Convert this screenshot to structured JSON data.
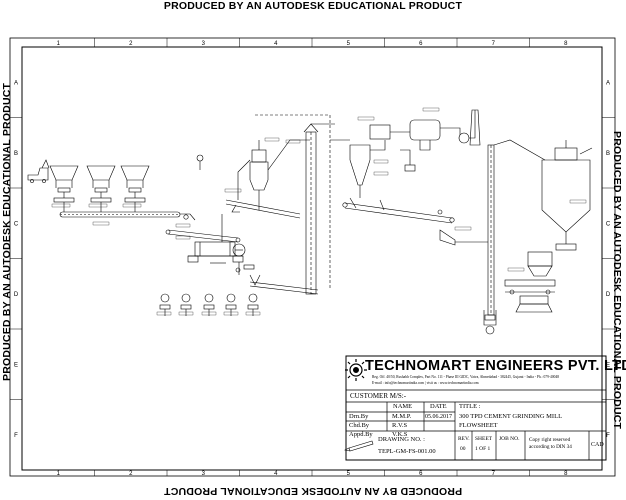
{
  "watermark": "PRODUCED BY AN AUTODESK EDUCATIONAL PRODUCT",
  "grid": {
    "columns": [
      "1",
      "2",
      "3",
      "4",
      "5",
      "6",
      "7",
      "8"
    ],
    "rows": [
      "A",
      "B",
      "C",
      "D",
      "E",
      "F"
    ]
  },
  "title_block": {
    "company": "TECHNOMART ENGINEERS PVT. LTD.",
    "address": "Reg. Off. 40/50, Rushabh Complex, Part No. 111 - Phase III GIDC, Vatva, Ahmedabad - 382445, Gujarat - India - Ph.: 079-40048",
    "email": "E-mail : info@technomartindia.com | visit us : www.technomartindia.com",
    "customer_label": "CUSTOMER M/S:-",
    "headers": {
      "name": "NAME",
      "date": "DATE",
      "title": "TITLE :"
    },
    "rows": [
      {
        "role": "Drn.By",
        "name": "M.M.P.",
        "date": "05.06.2017"
      },
      {
        "role": "Chd.By",
        "name": "R.V.S",
        "date": ""
      },
      {
        "role": "Appd.By",
        "name": "V.K.S",
        "date": ""
      }
    ],
    "title_text": [
      "300 TPD CEMENT GRINDING MILL",
      "FLOWSHEET"
    ],
    "drawing_no_label": "DRAWING NO. :",
    "drawing_no": "TEPL-GM-FS-001.00",
    "rev_label": "REV.",
    "rev": "00",
    "sheet_label": "SHEET",
    "sheet": "1 OF 1",
    "job_label": "JOB NO.",
    "copyright": [
      "Copy right reserved",
      "according to DIN 34"
    ],
    "cad": "CAD"
  }
}
